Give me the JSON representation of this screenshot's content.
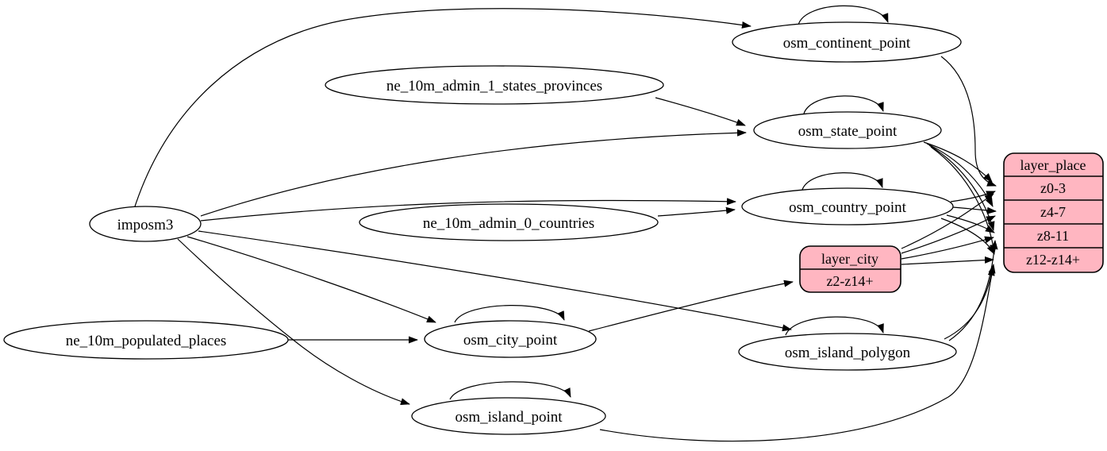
{
  "diagram": {
    "type": "etl-graph",
    "colors": {
      "background": "#ffffff",
      "node_fill": "#ffffff",
      "record_fill": "#ffb6c1",
      "stroke": "#000000"
    },
    "nodes": {
      "imposm3": {
        "label": "imposm3"
      },
      "ne_10m_admin_1_states_provinces": {
        "label": "ne_10m_admin_1_states_provinces"
      },
      "ne_10m_admin_0_countries": {
        "label": "ne_10m_admin_0_countries"
      },
      "ne_10m_populated_places": {
        "label": "ne_10m_populated_places"
      },
      "osm_continent_point": {
        "label": "osm_continent_point"
      },
      "osm_state_point": {
        "label": "osm_state_point"
      },
      "osm_country_point": {
        "label": "osm_country_point"
      },
      "osm_city_point": {
        "label": "osm_city_point"
      },
      "osm_island_polygon": {
        "label": "osm_island_polygon"
      },
      "osm_island_point": {
        "label": "osm_island_point"
      }
    },
    "records": {
      "layer_city": {
        "header": "layer_city",
        "rows": [
          "z2-z14+"
        ]
      },
      "layer_place": {
        "header": "layer_place",
        "rows": [
          "z0-3",
          "z4-7",
          "z8-11",
          "z12-z14+"
        ]
      }
    },
    "edges": [
      {
        "from": "imposm3",
        "to": "osm_continent_point"
      },
      {
        "from": "imposm3",
        "to": "osm_state_point"
      },
      {
        "from": "imposm3",
        "to": "osm_country_point"
      },
      {
        "from": "imposm3",
        "to": "osm_city_point"
      },
      {
        "from": "imposm3",
        "to": "osm_island_polygon"
      },
      {
        "from": "imposm3",
        "to": "osm_island_point"
      },
      {
        "from": "ne_10m_admin_1_states_provinces",
        "to": "osm_state_point"
      },
      {
        "from": "ne_10m_admin_0_countries",
        "to": "osm_country_point"
      },
      {
        "from": "ne_10m_populated_places",
        "to": "osm_city_point"
      },
      {
        "from": "osm_continent_point",
        "to": "osm_continent_point"
      },
      {
        "from": "osm_state_point",
        "to": "osm_state_point"
      },
      {
        "from": "osm_country_point",
        "to": "osm_country_point"
      },
      {
        "from": "osm_city_point",
        "to": "osm_city_point"
      },
      {
        "from": "osm_island_polygon",
        "to": "osm_island_polygon"
      },
      {
        "from": "osm_island_point",
        "to": "osm_island_point"
      },
      {
        "from": "osm_continent_point",
        "to": "layer_place:z0-3"
      },
      {
        "from": "osm_state_point",
        "to": "layer_place:z0-3"
      },
      {
        "from": "osm_state_point",
        "to": "layer_place:z4-7"
      },
      {
        "from": "osm_state_point",
        "to": "layer_place:z8-11"
      },
      {
        "from": "osm_state_point",
        "to": "layer_place:z12-z14+"
      },
      {
        "from": "osm_country_point",
        "to": "layer_place:z0-3"
      },
      {
        "from": "osm_country_point",
        "to": "layer_place:z4-7"
      },
      {
        "from": "osm_country_point",
        "to": "layer_place:z8-11"
      },
      {
        "from": "osm_country_point",
        "to": "layer_place:z12-z14+"
      },
      {
        "from": "osm_city_point",
        "to": "layer_city:z2-z14+"
      },
      {
        "from": "layer_city",
        "to": "layer_place:z0-3"
      },
      {
        "from": "layer_city",
        "to": "layer_place:z4-7"
      },
      {
        "from": "layer_city",
        "to": "layer_place:z8-11"
      },
      {
        "from": "layer_city",
        "to": "layer_place:z12-z14+"
      },
      {
        "from": "osm_island_polygon",
        "to": "layer_place:z8-11"
      },
      {
        "from": "osm_island_polygon",
        "to": "layer_place:z12-z14+"
      },
      {
        "from": "osm_island_point",
        "to": "layer_place:z12-z14+"
      }
    ]
  }
}
